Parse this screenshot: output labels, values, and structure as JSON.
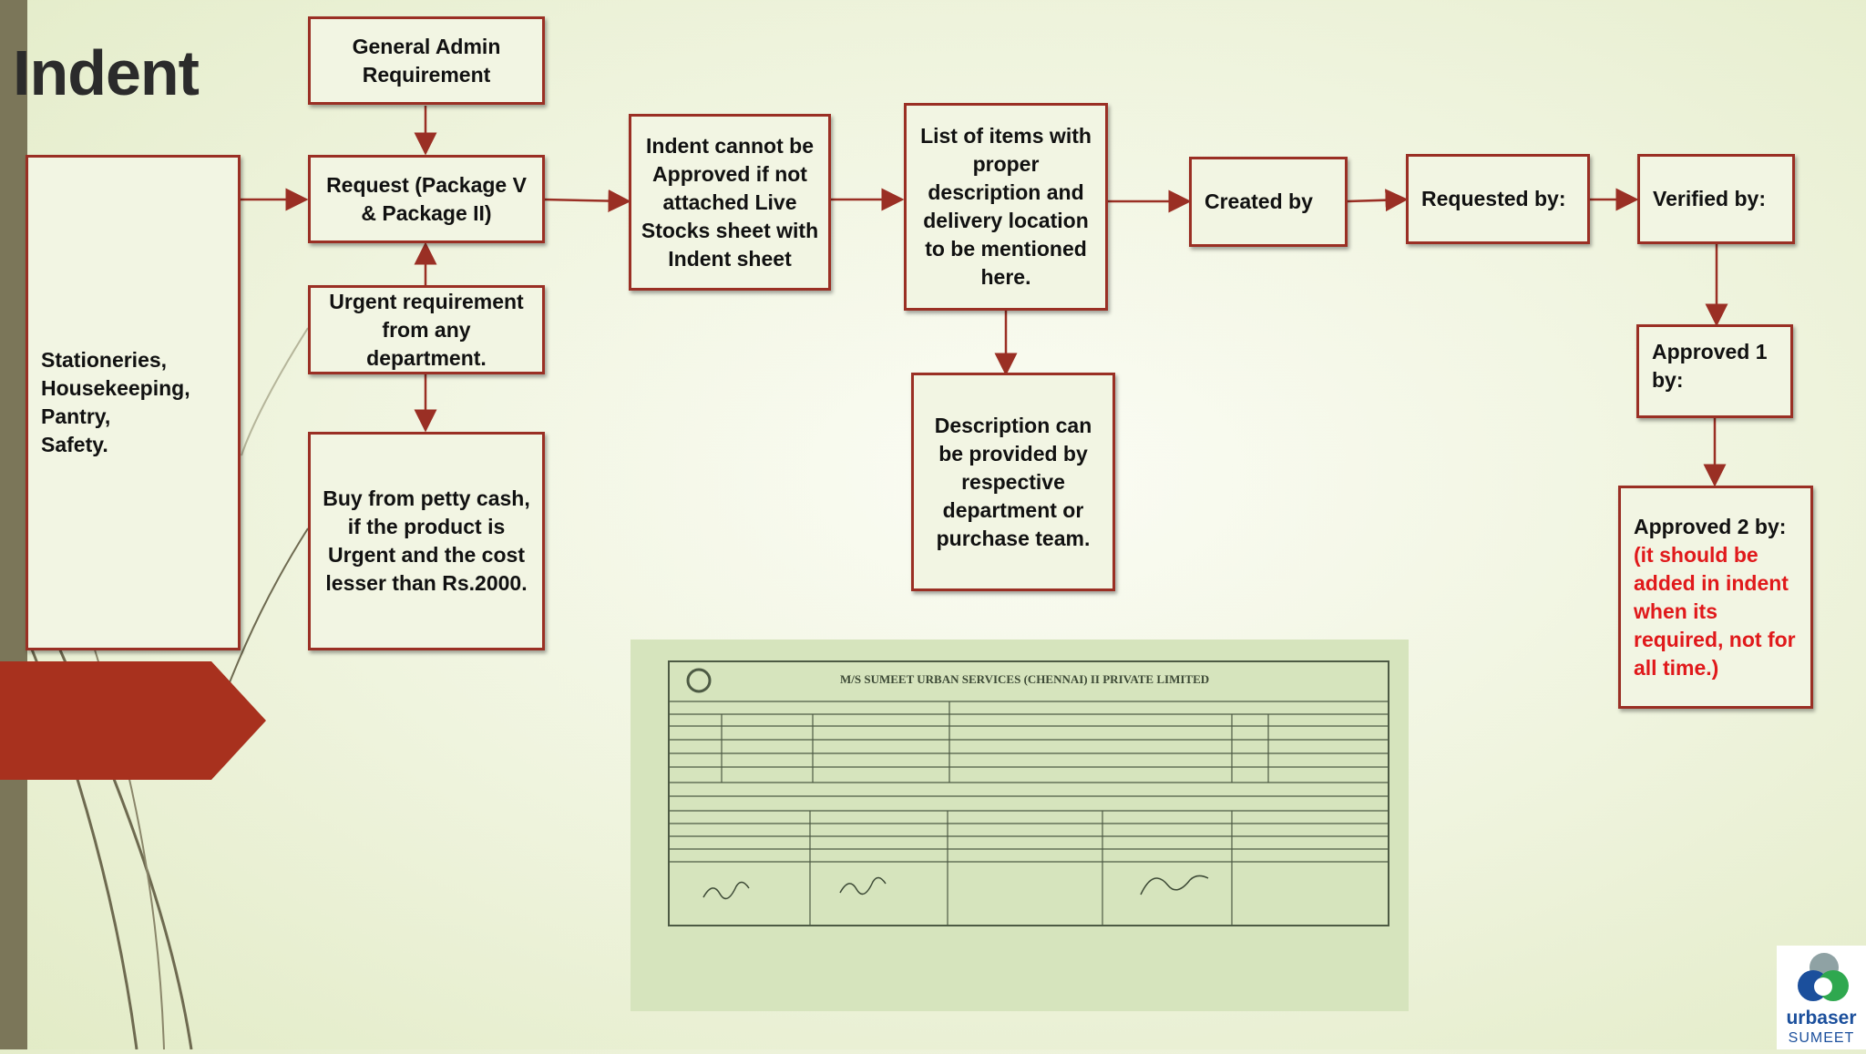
{
  "title": "Indent",
  "boxes": {
    "general_admin": "General Admin\nRequirement",
    "request_package": "Request (Package V\n& Package II)",
    "urgent": "Urgent requirement\nfrom any\ndepartment.",
    "petty_cash": "Buy from petty cash,\nif the product is\nUrgent and the cost\nlesser than Rs.2000.",
    "categories": "Stationeries,\nHousekeeping,\nPantry,\nSafety.",
    "indent_cannot": "Indent cannot be\nApproved if not\nattached Live\nStocks sheet with\nIndent sheet",
    "list_items": "List of items with\nproper\ndescription and\ndelivery location\nto be mentioned\nhere.",
    "description": "Description can\nbe provided by\nrespective\ndepartment or\npurchase team.",
    "created_by": "Created by",
    "requested_by": "Requested by:",
    "verified_by": "Verified by:",
    "approved1": "Approved 1\nby:",
    "approved2_label": "Approved 2 by:",
    "approved2_note": " (it should be\nadded in indent\nwhen its\nrequired, not for\nall time.)"
  },
  "document": {
    "company": "M/S SUMEET URBAN SERVICES (CHENNAI) II  PRIVATE LIMITED"
  },
  "logo": {
    "line1": "urbaser",
    "line2": "SUMEET"
  },
  "colors": {
    "border": "#9a2f24",
    "box_bg": "#f2f5e3",
    "accent_tab": "#a8311e",
    "note_red": "#e0191b",
    "logo_blue": "#1b4f9c"
  }
}
